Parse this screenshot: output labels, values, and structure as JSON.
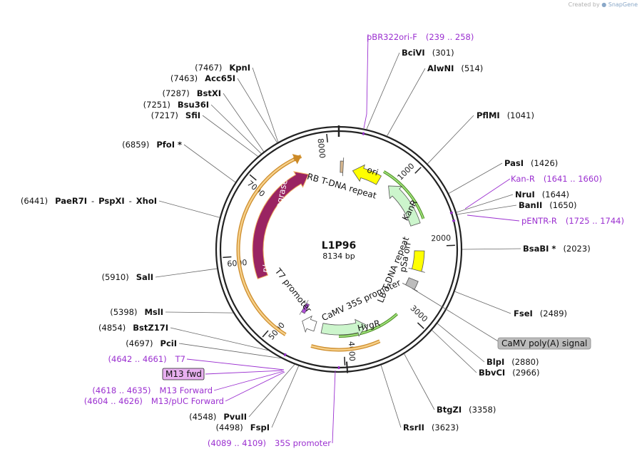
{
  "watermark": {
    "prefix": "Created by",
    "brand": "SnapGene"
  },
  "plasmid": {
    "name": "L1P96",
    "size": "8134 bp"
  },
  "ticks": [
    {
      "label": "1000",
      "angle": 45
    },
    {
      "label": "2000",
      "angle": 88
    },
    {
      "label": "3000",
      "angle": 133
    },
    {
      "label": "4000",
      "angle": 177
    },
    {
      "label": "5000",
      "angle": 221
    },
    {
      "label": "6000",
      "angle": 266
    },
    {
      "label": "7000",
      "angle": 310
    },
    {
      "label": "8000",
      "angle": 354
    }
  ],
  "sites": [
    {
      "pos": "(301)",
      "name": "BciVI",
      "side": "right"
    },
    {
      "pos": "(514)",
      "name": "AlwNI",
      "side": "right"
    },
    {
      "pos": "(1041)",
      "name": "PflMI",
      "side": "right"
    },
    {
      "pos": "(1426)",
      "name": "PasI",
      "side": "right"
    },
    {
      "pos": "(1644)",
      "name": "NruI",
      "side": "right"
    },
    {
      "pos": "(1650)",
      "name": "BanII",
      "side": "right"
    },
    {
      "pos": "(2023)",
      "name": "BsaBI *",
      "side": "right"
    },
    {
      "pos": "(2489)",
      "name": "FseI",
      "side": "right"
    },
    {
      "pos": "(2880)",
      "name": "BlpI",
      "side": "right"
    },
    {
      "pos": "(2966)",
      "name": "BbvCI",
      "side": "right"
    },
    {
      "pos": "(3358)",
      "name": "BtgZI",
      "side": "right"
    },
    {
      "pos": "(3623)",
      "name": "RsrII",
      "side": "right"
    },
    {
      "pos": "(4498)",
      "name": "FspI",
      "side": "left"
    },
    {
      "pos": "(4548)",
      "name": "PvuII",
      "side": "left"
    },
    {
      "pos": "(4697)",
      "name": "PciI",
      "side": "left"
    },
    {
      "pos": "(4854)",
      "name": "BstZ17I",
      "side": "left"
    },
    {
      "pos": "(5398)",
      "name": "MslI",
      "side": "left"
    },
    {
      "pos": "(5910)",
      "name": "SalI",
      "side": "left"
    },
    {
      "pos": "(6441)",
      "name": "PaeR7I",
      "side": "left",
      "extra": [
        "PspXI",
        "XhoI"
      ]
    },
    {
      "pos": "(6859)",
      "name": "PfoI *",
      "side": "left"
    },
    {
      "pos": "(7217)",
      "name": "SfiI",
      "side": "left"
    },
    {
      "pos": "(7251)",
      "name": "Bsu36I",
      "side": "left"
    },
    {
      "pos": "(7287)",
      "name": "BstXI",
      "side": "left"
    },
    {
      "pos": "(7463)",
      "name": "Acc65I",
      "side": "left"
    },
    {
      "pos": "(7467)",
      "name": "KpnI",
      "side": "left"
    }
  ],
  "primers": [
    {
      "name": "pBR322ori-F",
      "range": "(239 .. 258)"
    },
    {
      "name": "Kan-R",
      "range": "(1641 .. 1660)"
    },
    {
      "name": "pENTR-R",
      "range": "(1725 .. 1744)"
    },
    {
      "name": "T7",
      "range": "(4642 .. 4661)"
    },
    {
      "name": "M13 Forward",
      "range": "(4618 .. 4635)"
    },
    {
      "name": "M13/pUC Forward",
      "range": "(4604 .. 4626)"
    },
    {
      "name": "35S promoter",
      "range": "(4089 .. 4109)"
    }
  ],
  "boxes": [
    {
      "label": "CaMV poly(A) signal"
    },
    {
      "label": "M13 fwd"
    }
  ],
  "features": [
    {
      "label": "ori"
    },
    {
      "label": "KanR"
    },
    {
      "label": "pSa ori"
    },
    {
      "label": "HygR"
    },
    {
      "label": "phage φC31 integrase"
    },
    {
      "label": "RB T-DNA repeat"
    },
    {
      "label": "LB T-DNA repeat"
    },
    {
      "label": "CaMV 35S promoter"
    },
    {
      "label": "T7 promoter"
    }
  ],
  "colors": {
    "ori": "#ffff00",
    "kanr": "#ccf5cc",
    "integrase": "#9a2462",
    "primer": "#9b30d0",
    "grey_box": "#bcbcbc",
    "m13_box": "#e8b0f0",
    "orange_orf": "#f0a030",
    "green_orf": "#66bb33"
  }
}
